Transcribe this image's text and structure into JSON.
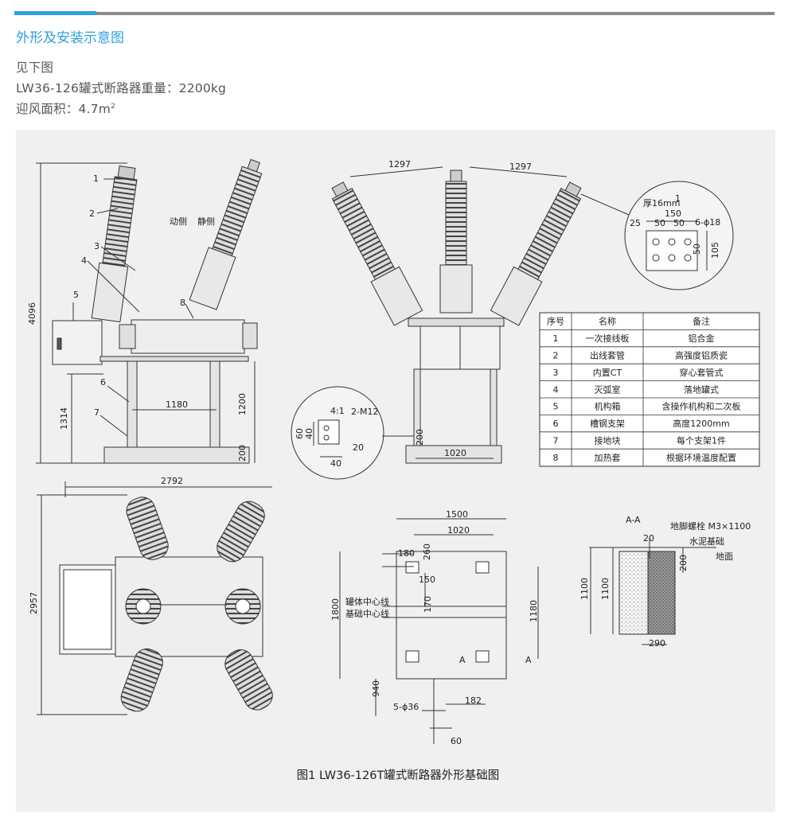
{
  "header": {
    "title": "外形及安装示意图"
  },
  "info": {
    "line1": "见下图",
    "line2": "LW36-126罐式断路器重量：2200kg",
    "line3_prefix": "迎风面积：4.7m",
    "line3_sup": "2"
  },
  "figure": {
    "caption": "图1 LW36-126T罐式断路器外形基础图",
    "front_view": {
      "callouts": [
        "1",
        "2",
        "3",
        "4",
        "5",
        "6",
        "7",
        "8"
      ],
      "label_moving": "动侧",
      "label_static": "静侧",
      "dim_total_height": "4096",
      "dim_frame_height": "1314",
      "dim_width": "1180",
      "dim_support_height": "1200",
      "dim_base": "200"
    },
    "side_view": {
      "dim_left": "1297",
      "dim_right": "1297",
      "dim_base_width": "1020",
      "dim_base": "200"
    },
    "terminal_detail": {
      "thickness": "厚16mm",
      "callout": "1",
      "dim_150": "150",
      "dim_25": "25",
      "dim_50a": "50",
      "dim_50b": "50",
      "holes": "6-ϕ18",
      "dim_50c": "50",
      "dim_105": "105"
    },
    "ground_detail": {
      "ratio": "4:1",
      "bolt": "2-M12",
      "dim_60": "60",
      "dim_40v": "40",
      "dim_20": "20",
      "dim_40h": "40"
    },
    "parts_table": {
      "headers": [
        "序号",
        "名称",
        "备注"
      ],
      "rows": [
        [
          "1",
          "一次接线板",
          "铝合金"
        ],
        [
          "2",
          "出线套管",
          "高强度铝质瓷"
        ],
        [
          "3",
          "内置CT",
          "穿心套管式"
        ],
        [
          "4",
          "灭弧室",
          "落地罐式"
        ],
        [
          "5",
          "机构箱",
          "含操作机构和二次板"
        ],
        [
          "6",
          "槽钢支架",
          "高度1200mm"
        ],
        [
          "7",
          "接地块",
          "每个支架1件"
        ],
        [
          "8",
          "加热套",
          "根据环境温度配置"
        ]
      ]
    },
    "top_view": {
      "dim_width": "2792",
      "dim_height": "2957"
    },
    "foundation_plan": {
      "dim_1500": "1500",
      "dim_1020": "1020",
      "dim_180": "180",
      "dim_260": "260",
      "dim_150": "150",
      "dim_170": "170",
      "dim_1800": "1800",
      "dim_1180": "1180",
      "label_tank_center": "罐体中心线",
      "label_base_center": "基础中心线",
      "dim_940": "940",
      "holes": "5-ϕ36",
      "dim_182": "182",
      "dim_60": "60",
      "section_a1": "A",
      "section_a2": "A"
    },
    "section_aa": {
      "title": "A-A",
      "bolt": "地脚螺栓 M3×1100",
      "dim_20": "20",
      "concrete": "水泥基础",
      "ground": "地面",
      "dim_200": "200",
      "dim_1100a": "1100",
      "dim_1100b": "1100",
      "dim_290": "290"
    }
  }
}
